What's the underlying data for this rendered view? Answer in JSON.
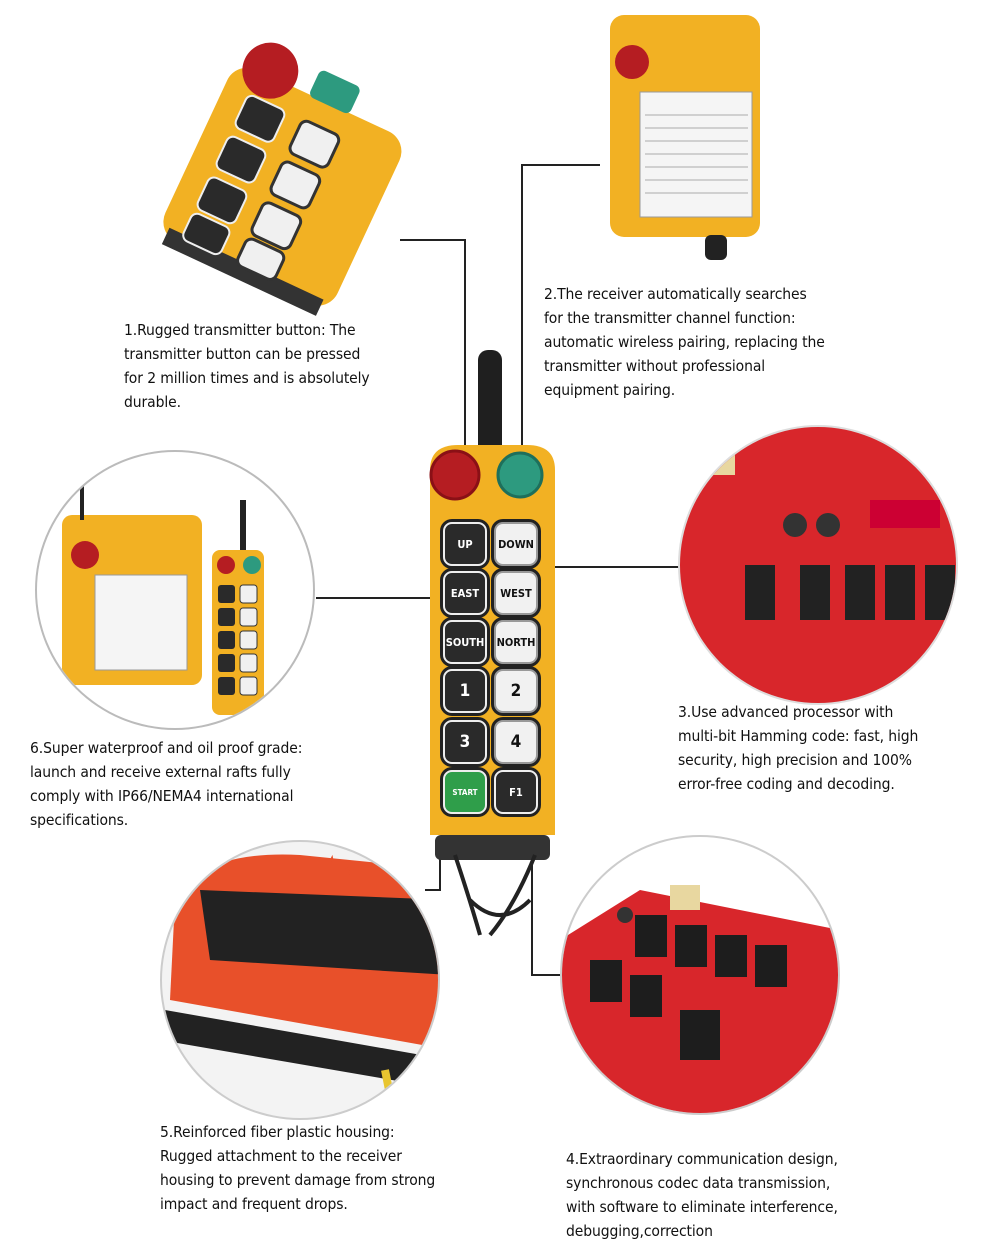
{
  "features": [
    {
      "id": 1,
      "lines": [
        "1.Rugged transmitter button: The",
        "transmitter button can be pressed",
        "for 2 million times and is absolutely",
        "durable."
      ]
    },
    {
      "id": 2,
      "lines": [
        "2.The receiver automatically searches",
        "for the transmitter channel function:",
        "automatic wireless pairing, replacing the",
        "transmitter without professional",
        "equipment pairing."
      ]
    },
    {
      "id": 3,
      "lines": [
        "3.Use advanced processor with",
        "multi-bit Hamming code: fast, high",
        "security, high precision and 100%",
        "error-free coding and decoding."
      ]
    },
    {
      "id": 4,
      "lines": [
        "4.Extraordinary communication design,",
        "synchronous codec data transmission,",
        "with software to eliminate interference,",
        "debugging,correction"
      ]
    },
    {
      "id": 5,
      "lines": [
        "5.Reinforced fiber plastic housing:",
        "Rugged attachment to the receiver",
        "housing to prevent damage from strong",
        "impact and frequent drops."
      ]
    },
    {
      "id": 6,
      "lines": [
        "6.Super waterproof and oil proof grade:",
        "launch and receive external rafts fully",
        "comply with IP66/NEMA4 international",
        "specifications."
      ]
    }
  ],
  "remote_buttons": [
    [
      "UP",
      "DOWN"
    ],
    [
      "EAST",
      "WEST"
    ],
    [
      "SOUTH",
      "NORTH"
    ],
    [
      "1",
      "2"
    ],
    [
      "3",
      "4"
    ],
    [
      "START",
      "F1"
    ]
  ],
  "colors": {
    "housing": "#f2b123",
    "stop_button": "#b51d22",
    "power_switch": "#2d9a7f",
    "pcb": "#d8262b",
    "start_button": "#2f9e4a"
  }
}
